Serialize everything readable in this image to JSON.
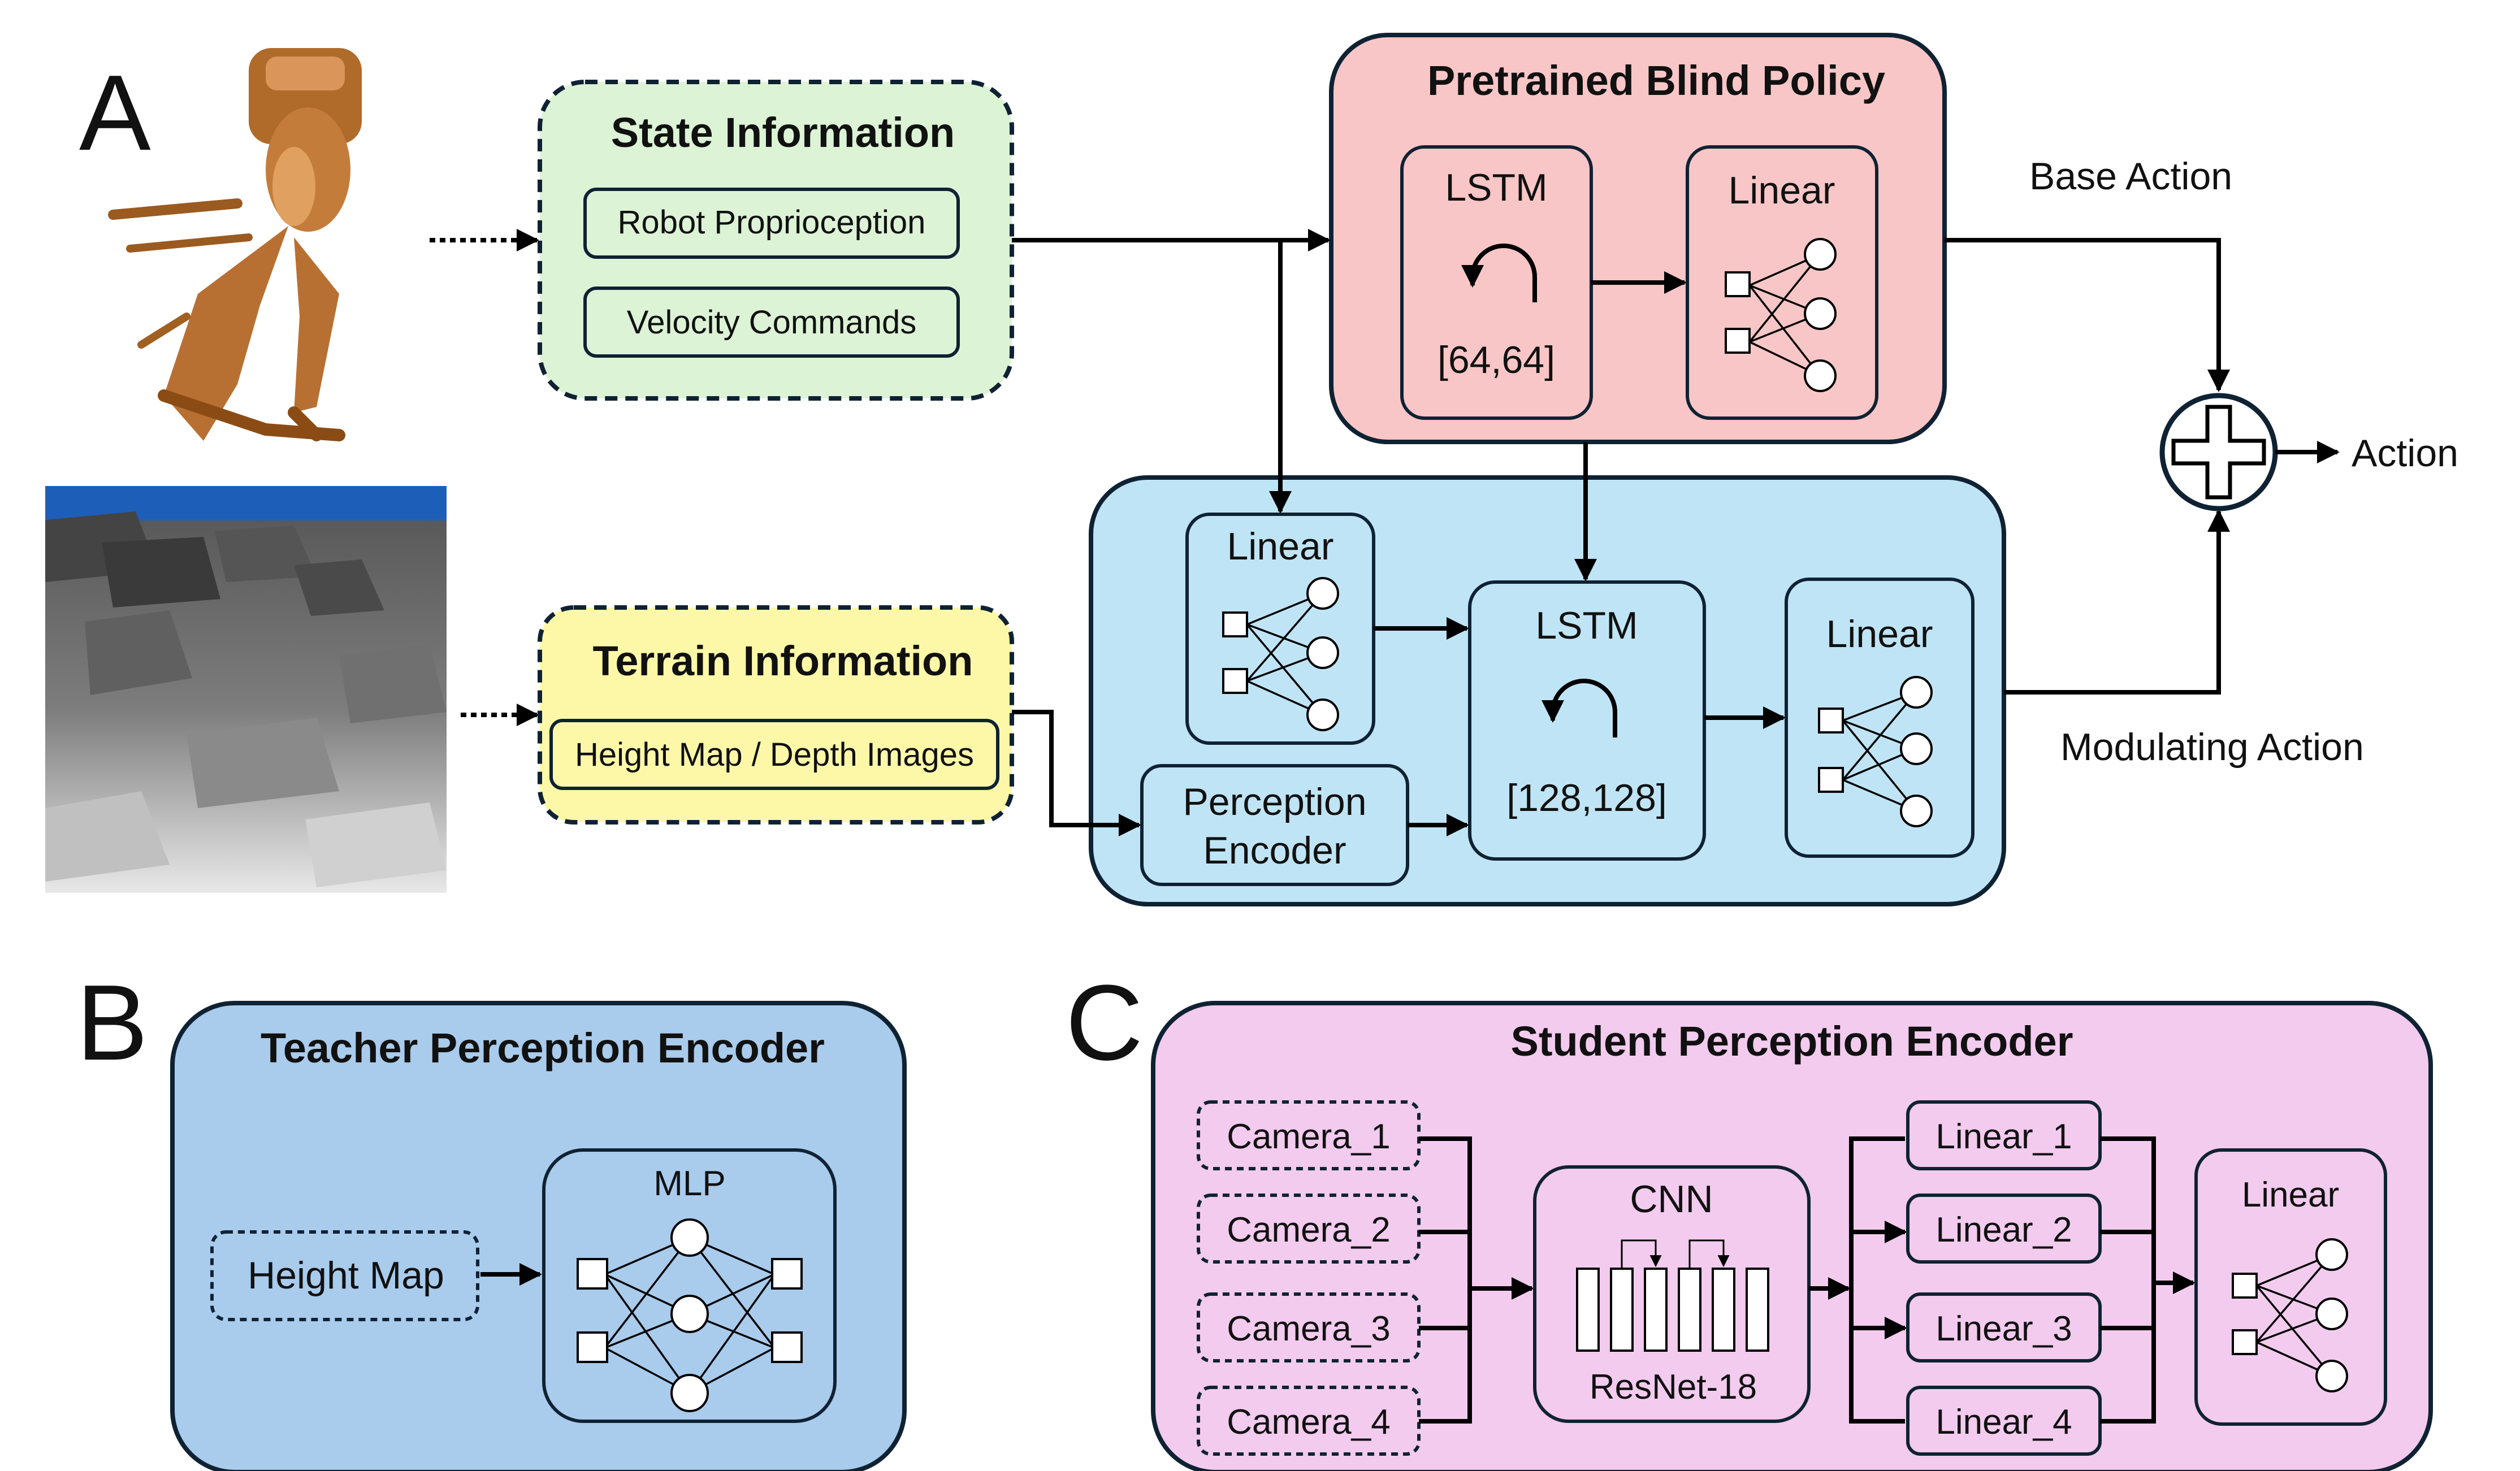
{
  "panels": {
    "a": "A",
    "b": "B",
    "c": "C"
  },
  "state_info": {
    "title": "State Information",
    "items": [
      "Robot Proprioception",
      "Velocity Commands"
    ]
  },
  "terrain_info": {
    "title": "Terrain Information",
    "item": "Height Map / Depth Images"
  },
  "blind_policy": {
    "title": "Pretrained Blind Policy",
    "lstm_label": "LSTM",
    "lstm_size": "[64,64]",
    "linear_label": "Linear"
  },
  "modulator": {
    "linear_in_label": "Linear",
    "perception_encoder_label": [
      "Perception",
      "Encoder"
    ],
    "lstm_label": "LSTM",
    "lstm_size": "[128,128]",
    "linear_out_label": "Linear"
  },
  "outputs": {
    "base_action": "Base Action",
    "modulating_action": "Modulating Action",
    "action": "Action"
  },
  "teacher": {
    "title": "Teacher Perception Encoder",
    "input": "Height Map",
    "mlp_label": "MLP"
  },
  "student": {
    "title": "Student Perception Encoder",
    "cameras": [
      "Camera_1",
      "Camera_2",
      "Camera_3",
      "Camera_4"
    ],
    "cnn_label": "CNN",
    "cnn_sub": "ResNet-18",
    "linears": [
      "Linear_1",
      "Linear_2",
      "Linear_3",
      "Linear_4"
    ],
    "final_linear": "Linear"
  },
  "colors": {
    "state_fill": "#dcf3d6",
    "terrain_fill": "#fdf8a8",
    "blind_fill": "#f8c6c6",
    "modulator_fill": "#bfe4f5",
    "teacher_fill": "#a9cbec",
    "student_fill": "#f2cbee",
    "border": "#0f2233"
  }
}
